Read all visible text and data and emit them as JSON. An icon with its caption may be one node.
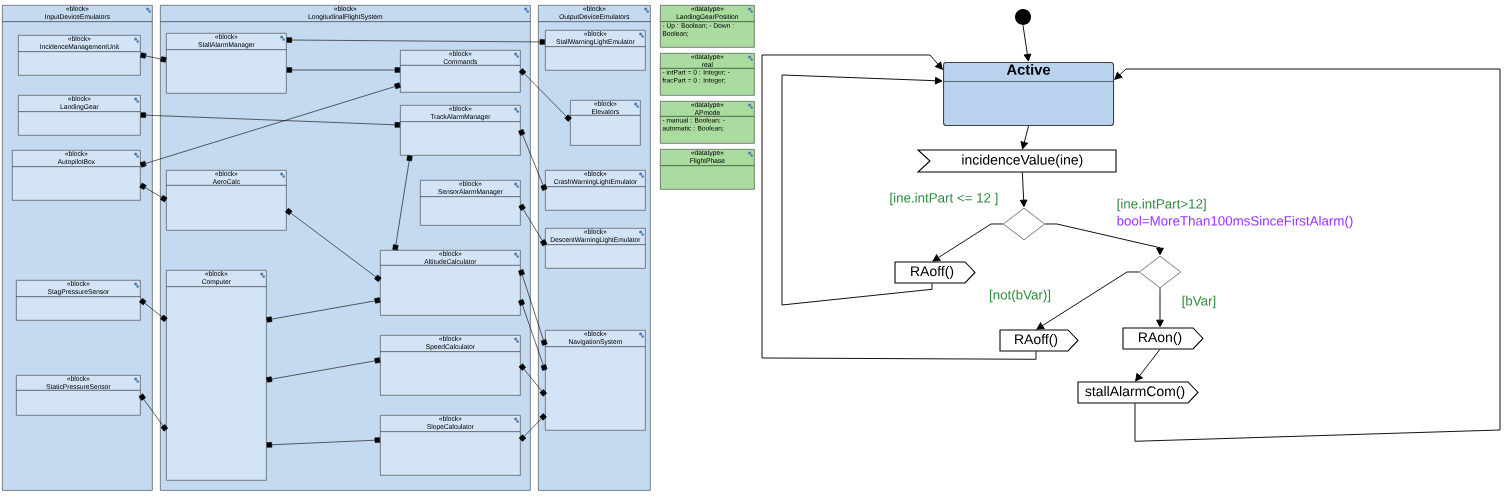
{
  "diagram": {
    "nodes": [
      {
        "text": [
          "«block»",
          "InputDeviceEmulators"
        ]
      },
      {
        "text": [
          "«block»",
          "IncidenceManagementUnit"
        ],
        "in": 0
      },
      {
        "text": [
          "«block»",
          "LandingGear"
        ],
        "in": 0
      },
      {
        "text": [
          "«block»",
          "AutopilotBox"
        ],
        "in": 0
      },
      {
        "text": [
          "«block»",
          "StagPressureSensor"
        ],
        "in": 0
      },
      {
        "text": [
          "«block»",
          "StaticPressureSensor"
        ],
        "in": 0
      },
      {
        "text": [
          "«block»",
          "LongitudinalFlightSystem"
        ]
      },
      {
        "text": [
          "«block»",
          "StallAlarmManager"
        ],
        "in": 6
      },
      {
        "text": [
          "«block»",
          "Commands"
        ],
        "in": 6
      },
      {
        "text": [
          "«block»",
          "TrackAlarmManager"
        ],
        "in": 6
      },
      {
        "text": [
          "«block»",
          "AeroCalc"
        ],
        "in": 6
      },
      {
        "text": [
          "«block»",
          "SensorAlarmManager"
        ],
        "in": 6
      },
      {
        "text": [
          "«block»",
          "Computer"
        ],
        "in": 6
      },
      {
        "text": [
          "«block»",
          "AltitudeCalculator"
        ],
        "in": 6
      },
      {
        "text": [
          "«block»",
          "SpeedCalculator"
        ],
        "in": 6
      },
      {
        "text": [
          "«block»",
          "SlopeCalculator"
        ],
        "in": 6
      },
      {
        "text": [
          "«block»",
          "OutputDeviceEmulators"
        ]
      },
      {
        "text": [
          "«block»",
          "StallWarningLightEmulator"
        ],
        "in": 16
      },
      {
        "text": [
          "«block»",
          "Elevators"
        ],
        "in": 16
      },
      {
        "text": [
          "«block»",
          "CrashWarningLightEmulator"
        ],
        "in": 16
      },
      {
        "text": [
          "«block»",
          "DescentWarningLightEmulator"
        ],
        "in": 16
      },
      {
        "text": [
          "«block»",
          "NavigationSystem"
        ],
        "in": 16
      },
      {
        "text": [
          "«datatype»",
          "LandingGearPosition",
          "- Up : Boolean; - Down : Boolean;"
        ]
      },
      {
        "text": [
          "«datatype»",
          "real",
          "- intPart = 0 : Integer; - fracPart = 0 : Integer;"
        ]
      },
      {
        "text": [
          "«datatype»",
          "APmode",
          "- manual : Boolean; - automatic : Boolean;"
        ]
      },
      {
        "text": [
          "«datatype»",
          "FlightPhase"
        ]
      },
      {
        "text": [],
        "shape": "circle"
      },
      {
        "text": [
          "Active"
        ]
      },
      {
        "text": [
          "incidenceValue(ine)"
        ]
      },
      {
        "text": [],
        "shape": "diamond"
      },
      {
        "text": [
          "RAoff()"
        ]
      },
      {
        "text": [],
        "shape": "diamond"
      },
      {
        "text": [
          "RAoff()"
        ]
      },
      {
        "text": [
          "RAon()"
        ]
      },
      {
        "text": [
          "stallAlarmCom()"
        ]
      }
    ],
    "edges": [
      {
        "from": 1,
        "to": 7,
        "arrow": "other"
      },
      {
        "from": 2,
        "to": 9,
        "arrow": "other"
      },
      {
        "from": 3,
        "to": 8,
        "arrow": "other"
      },
      {
        "from": 3,
        "to": 10,
        "arrow": "other"
      },
      {
        "from": 7,
        "to": 8,
        "arrow": "other"
      },
      {
        "from": 7,
        "to": 17,
        "arrow": "other"
      },
      {
        "from": 8,
        "to": 18,
        "arrow": "other"
      },
      {
        "from": 9,
        "to": 19,
        "arrow": "other"
      },
      {
        "from": 11,
        "to": 20,
        "arrow": "other"
      },
      {
        "from": 10,
        "to": 13,
        "arrow": "other"
      },
      {
        "from": 9,
        "to": 13,
        "arrow": "other"
      },
      {
        "from": 13,
        "to": 21,
        "arrow": "other"
      },
      {
        "from": 13,
        "to": 21,
        "arrow": "other"
      },
      {
        "from": 14,
        "to": 21,
        "arrow": "other"
      },
      {
        "from": 15,
        "to": 21,
        "arrow": "other"
      },
      {
        "from": 4,
        "to": 12,
        "arrow": "other"
      },
      {
        "from": 5,
        "to": 12,
        "arrow": "other"
      },
      {
        "from": 12,
        "to": 13,
        "arrow": "other"
      },
      {
        "from": 12,
        "to": 14,
        "arrow": "other"
      },
      {
        "from": 12,
        "to": 15,
        "arrow": "other"
      },
      {
        "from": 26,
        "to": 27,
        "arrow": "to"
      },
      {
        "from": 27,
        "to": 28,
        "arrow": "to"
      },
      {
        "from": 28,
        "to": 29,
        "arrow": "to"
      },
      {
        "from": 29,
        "to": 30,
        "arrow": "to",
        "label": "[ine.intPart <= 12 ]"
      },
      {
        "from": 29,
        "to": 31,
        "arrow": "to",
        "label": "[ine.intPart>12]"
      },
      {
        "from": 31,
        "to": 32,
        "arrow": "to",
        "label": "[not(bVar)]"
      },
      {
        "from": 31,
        "to": 33,
        "arrow": "to",
        "label": "[bVar]"
      },
      {
        "from": 33,
        "to": 34,
        "arrow": "to"
      },
      {
        "from": 30,
        "to": 27,
        "arrow": "to"
      },
      {
        "from": 32,
        "to": 27,
        "arrow": "to"
      },
      {
        "from": 34,
        "to": 27,
        "arrow": "to"
      }
    ],
    "labels": [
      "bool=MoreThan100msSinceFirstAlarm()"
    ]
  }
}
